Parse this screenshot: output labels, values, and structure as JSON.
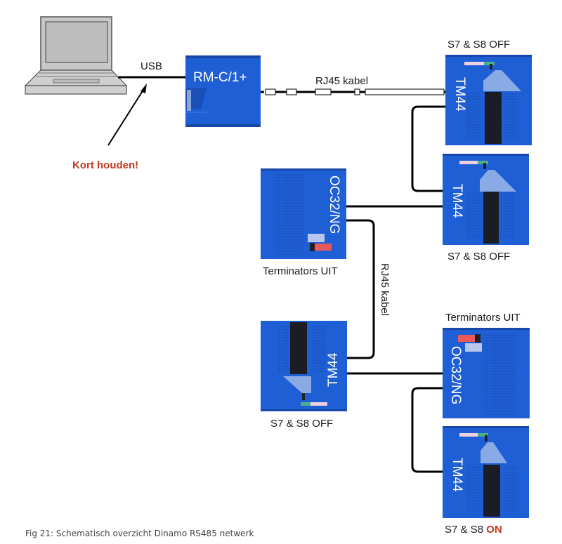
{
  "diagram": {
    "caption": "Fig 21: Schematisch overzicht Dinamo RS485 netwerk",
    "colors": {
      "device_blue": "#1f5fd6",
      "device_dark": "#1747a8",
      "cable": "#000000",
      "warning_red": "#c0391f",
      "laptop_gray": "#c8c8c8"
    },
    "laptop": {
      "label": ""
    },
    "usb_label": "USB",
    "short_note": "Kort houden!",
    "rj45_label_top": "RJ45 kabel",
    "rj45_label_vertical": "RJ45 kabel",
    "devices": [
      {
        "id": "rmc",
        "name": "RM-C/1+",
        "caption": ""
      },
      {
        "id": "tm44-a",
        "name": "TM44",
        "caption": "S7 & S8 OFF"
      },
      {
        "id": "tm44-b",
        "name": "TM44",
        "caption": "S7 & S8 OFF"
      },
      {
        "id": "oc32-a",
        "name": "OC32/NG",
        "caption": "Terminators UIT"
      },
      {
        "id": "tm44-c",
        "name": "TM44",
        "caption": "S7 & S8 OFF"
      },
      {
        "id": "oc32-b",
        "name": "OC32/NG",
        "caption": "Terminators UIT"
      },
      {
        "id": "tm44-d",
        "name": "TM44",
        "caption_prefix": "S7 & S8 ",
        "caption_state": "ON"
      }
    ]
  }
}
